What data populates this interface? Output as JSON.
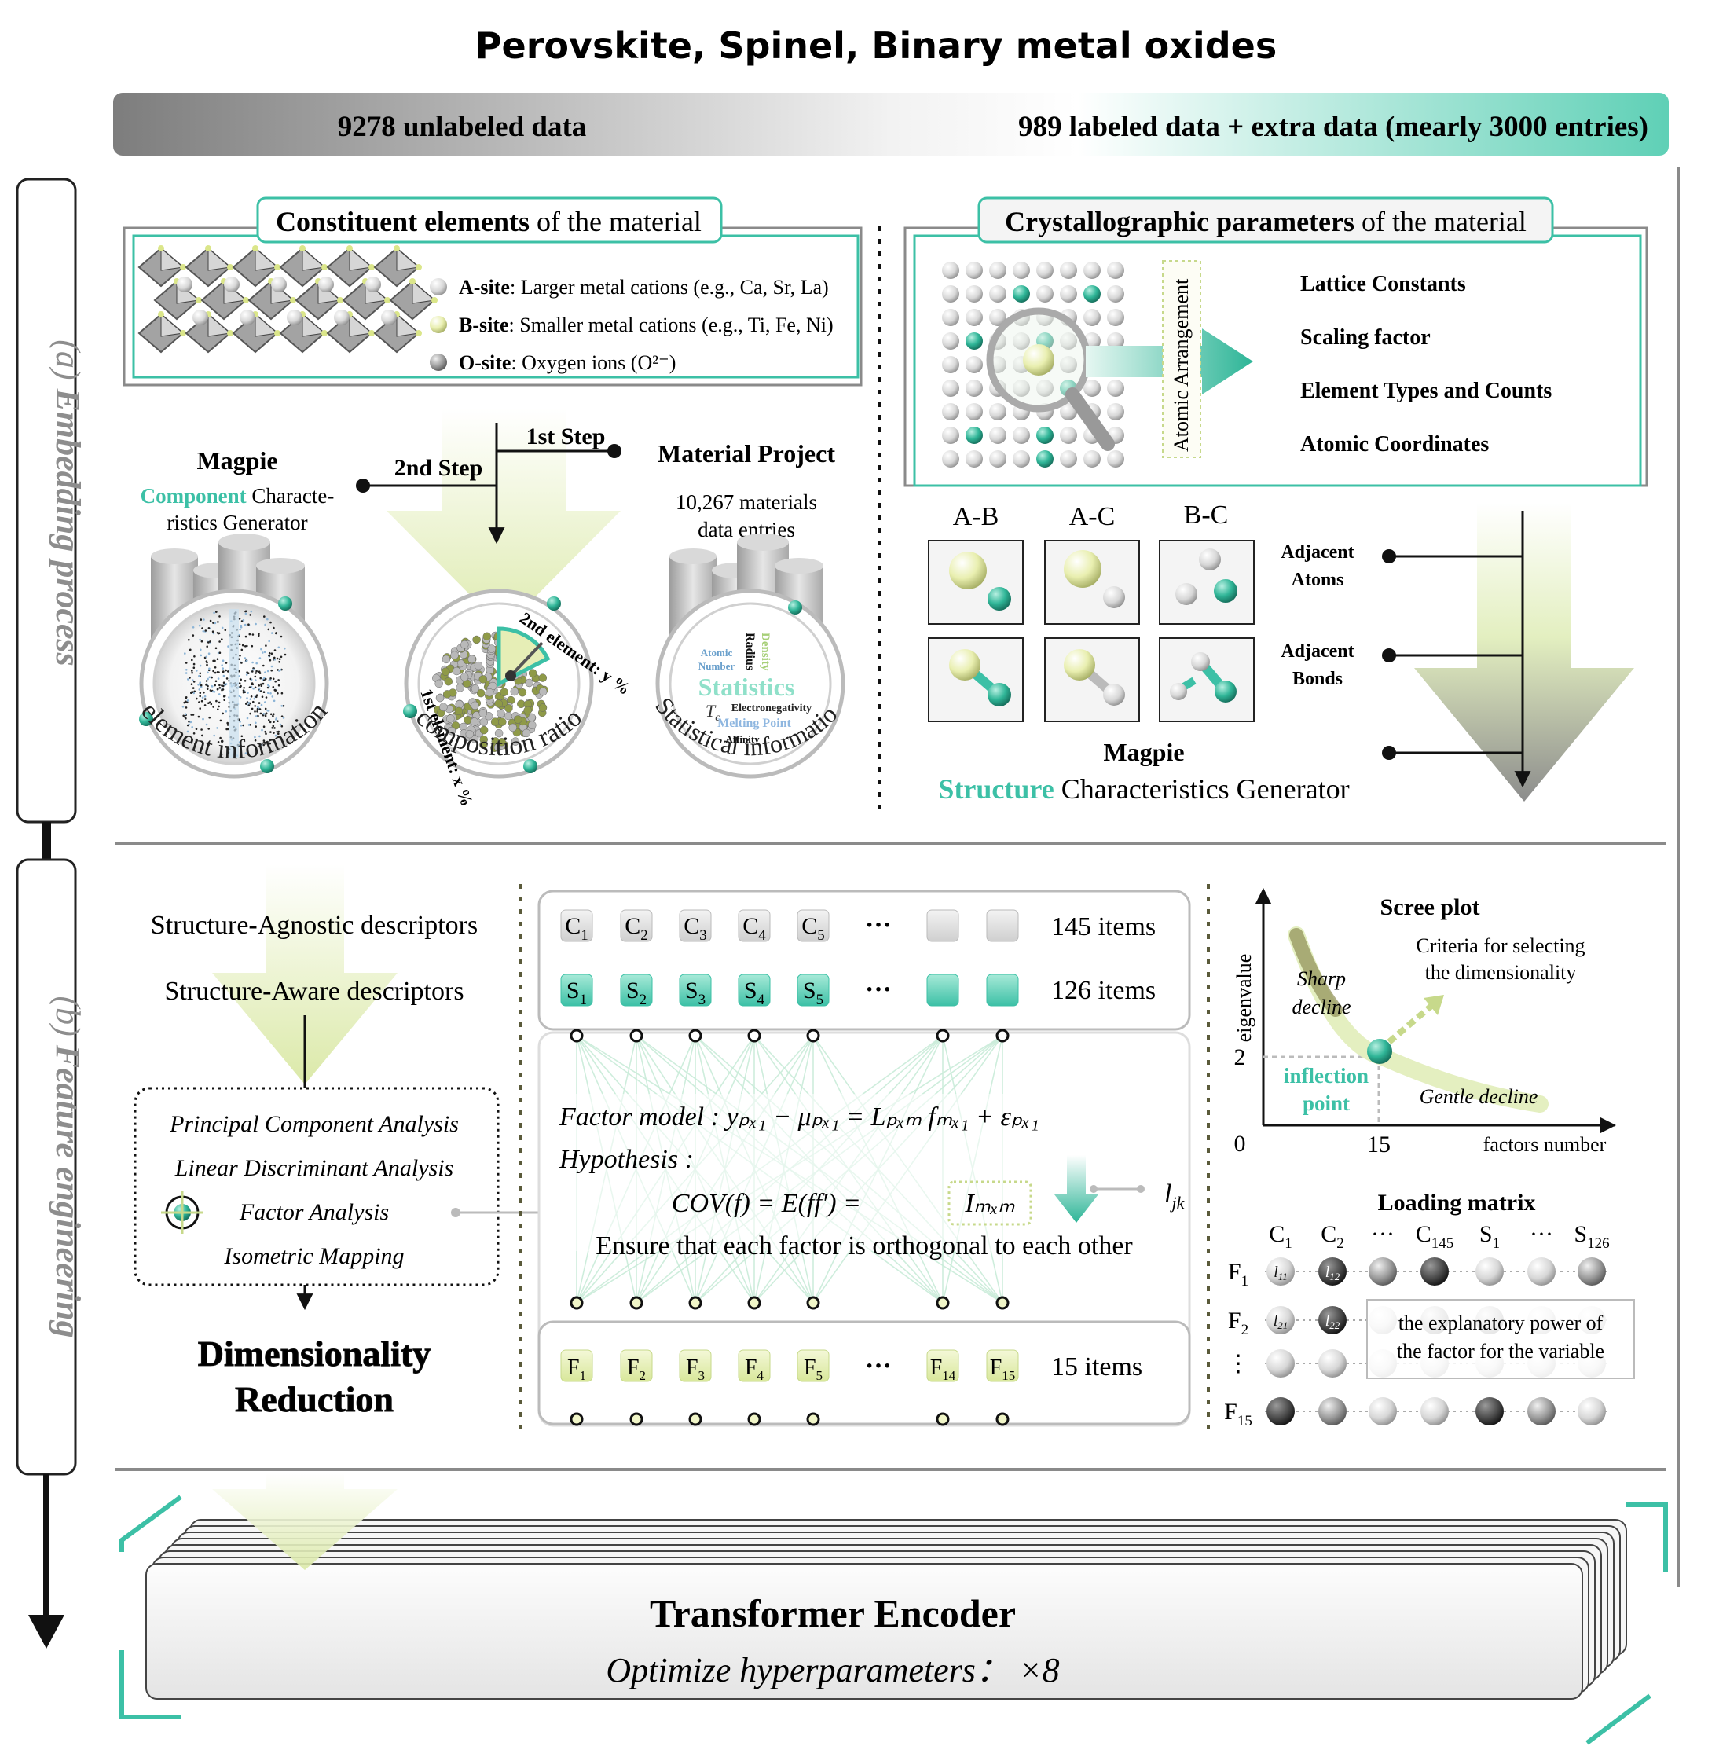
{
  "title": "Perovskite, Spinel, Binary metal oxides",
  "banner": {
    "left": "9278 unlabeled data",
    "right": "989 labeled data + extra data (mearly 3000 entries)"
  },
  "colors": {
    "teal": "#3cc0a6",
    "lightgreen": "#e4efc0",
    "gray": "#8a8a8a"
  },
  "sections": {
    "a_prefix": "(a)",
    "a_name": "Embedding process",
    "b_prefix": "(b)",
    "b_name": "Feature engineering"
  },
  "constituent": {
    "header_bold": "Constituent elements",
    "header_rest": "of the material",
    "sites": [
      {
        "name": "A-site",
        "desc": ": Larger metal cations (e.g., Ca, Sr, La)"
      },
      {
        "name": "B-site",
        "desc": ": Smaller metal cations (e.g., Ti, Fe, Ni)"
      },
      {
        "name": "O-site",
        "desc": ": Oxygen ions (O²⁻)"
      }
    ],
    "step1": "1st Step",
    "step2": "2nd Step",
    "magpie_title": "Magpie",
    "magpie_teal": "Component",
    "magpie_line1_rest": " Characte-",
    "magpie_line2": "ristics Generator",
    "mp_title": "Material Project",
    "mp_line1": "10,267 materials",
    "mp_line2": "data entries",
    "circle1_label": "element information",
    "circle2_label": "composition ratio",
    "circle3_label": "Statistical information",
    "ratio_second": "2nd element: y %",
    "ratio_first": "1st element: x %",
    "cloud": {
      "main": "Statistics",
      "atomic": "Atomic",
      "number": "Number",
      "radius": "Radius",
      "density": "Density",
      "tc": "T",
      "tc_sub": "c",
      "electronegativity": "Electronegativity",
      "melting": "Melting Point",
      "affinity": "Affinity"
    }
  },
  "crystal": {
    "header_bold": "Crystallographic parameters",
    "header_rest": "of the material",
    "arrangement": "Atomic Arrangement",
    "params": [
      "Lattice Constants",
      "Scaling factor",
      "Element Types and Counts",
      "Atomic Coordinates"
    ],
    "pairs": [
      "A-B",
      "A-C",
      "B-C"
    ],
    "adjacent_atoms": [
      "Adjacent",
      "Atoms"
    ],
    "adjacent_bonds": [
      "Adjacent",
      "Bonds"
    ],
    "magpie_title": "Magpie",
    "structure_teal": "Structure",
    "structure_rest": " Characteristics Generator"
  },
  "features": {
    "agnostic": "Structure-Agnostic descriptors",
    "aware": "Structure-Aware descriptors",
    "methods": [
      "Principal Component Analysis",
      "Linear Discriminant Analysis",
      "Factor Analysis",
      "Isometric Mapping"
    ],
    "dr_line1": "Dimensionality",
    "dr_line2": "Reduction",
    "c_boxes": [
      "C1",
      "C2",
      "C3",
      "C4",
      "C5"
    ],
    "s_boxes": [
      "S1",
      "S2",
      "S3",
      "S4",
      "S5"
    ],
    "f_boxes": [
      "F1",
      "F2",
      "F3",
      "F4",
      "F5",
      "F14",
      "F15"
    ],
    "dots": "···",
    "c_count": "145 items",
    "s_count": "126 items",
    "f_count": "15 items",
    "factor_model": "Factor model : yₚₓ₁ − μₚₓ₁ = Lₚₓₘ fₘₓ₁ + εₚₓ₁",
    "hypothesis": "Hypothesis :",
    "cov": "COV(f) = E(ff′) = ",
    "identity": "Iₘₓₘ",
    "orthogonal": "Ensure that each factor is orthogonal to each other",
    "ljk": "l_jk"
  },
  "scree": {
    "title": "Scree plot",
    "ylabel": "eigenvalue",
    "xlabel": "factors number",
    "y0": "0",
    "y2": "2",
    "x15": "15",
    "sharp": [
      "Sharp",
      "decline"
    ],
    "gentle": "Gentle decline",
    "inflection": [
      "inflection",
      "point"
    ],
    "criteria": [
      "Criteria for selecting",
      "the dimensionality"
    ]
  },
  "loading": {
    "title": "Loading matrix",
    "cols": [
      "C1",
      "C2",
      "···",
      "C145",
      "S1",
      "···",
      "S126"
    ],
    "rows": [
      "F1",
      "F2",
      "⋮",
      "F15"
    ],
    "cells": [
      "l11",
      "l12",
      "l21",
      "l22"
    ],
    "note": [
      "the explanatory power of",
      "the factor for the variable"
    ]
  },
  "transformer": {
    "title": "Transformer Encoder",
    "subtitle": "Optimize hyperparameters： ×8"
  }
}
